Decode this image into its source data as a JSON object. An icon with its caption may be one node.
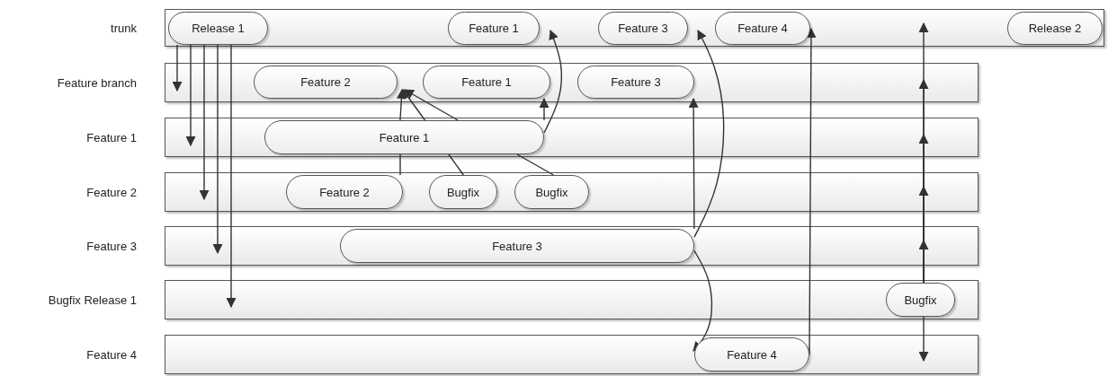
{
  "diagram": {
    "nodes": [
      {
        "text": [
          "trunk"
        ]
      },
      {
        "text": [
          "Release 1"
        ],
        "in": 0
      },
      {
        "text": [
          "Feature 1"
        ],
        "in": 0
      },
      {
        "text": [
          "Feature 3"
        ],
        "in": 0
      },
      {
        "text": [
          "Feature 4"
        ],
        "in": 0
      },
      {
        "text": [
          "Release 2"
        ],
        "in": 0
      },
      {
        "text": [
          "Feature branch"
        ]
      },
      {
        "text": [
          "Feature 2"
        ],
        "in": 6
      },
      {
        "text": [
          "Feature 1"
        ],
        "in": 6
      },
      {
        "text": [
          "Feature 3"
        ],
        "in": 6
      },
      {
        "text": [
          "Feature 1"
        ]
      },
      {
        "text": [
          "Feature 1"
        ],
        "in": 10
      },
      {
        "text": [
          "Feature 2"
        ]
      },
      {
        "text": [
          "Feature 2"
        ],
        "in": 12
      },
      {
        "text": [
          "Bugfix"
        ],
        "in": 12
      },
      {
        "text": [
          "Bugfix"
        ],
        "in": 12
      },
      {
        "text": [
          "Feature 3"
        ]
      },
      {
        "text": [
          "Feature 3"
        ],
        "in": 16
      },
      {
        "text": [
          "Bugfix Release 1"
        ]
      },
      {
        "text": [
          "Bugfix"
        ],
        "in": 18
      },
      {
        "text": [
          "Feature 4"
        ]
      },
      {
        "text": [
          "Feature 4"
        ],
        "in": 20
      }
    ],
    "edges": [
      {
        "from": 1,
        "to": 6,
        "arrow": "to"
      },
      {
        "from": 1,
        "to": 10,
        "arrow": "to"
      },
      {
        "from": 1,
        "to": 12,
        "arrow": "to"
      },
      {
        "from": 1,
        "to": 16,
        "arrow": "to"
      },
      {
        "from": 1,
        "to": 18,
        "arrow": "to"
      },
      {
        "from": 13,
        "to": 11,
        "arrow": "none"
      },
      {
        "from": 11,
        "to": 7,
        "arrow": "to"
      },
      {
        "from": 14,
        "to": 11,
        "arrow": "none"
      },
      {
        "from": 11,
        "to": 7,
        "arrow": "to"
      },
      {
        "from": 15,
        "to": 11,
        "arrow": "none"
      },
      {
        "from": 11,
        "to": 7,
        "arrow": "to"
      },
      {
        "from": 11,
        "to": 8,
        "arrow": "to"
      },
      {
        "from": 11,
        "to": 2,
        "arrow": "to"
      },
      {
        "from": 17,
        "to": 9,
        "arrow": "to"
      },
      {
        "from": 17,
        "to": 3,
        "arrow": "to"
      },
      {
        "from": 17,
        "to": 21,
        "arrow": "to"
      },
      {
        "from": 21,
        "to": 4,
        "arrow": "to"
      },
      {
        "from": 19,
        "to": 16,
        "arrow": "to"
      },
      {
        "from": 19,
        "to": 12,
        "arrow": "to"
      },
      {
        "from": 19,
        "to": 10,
        "arrow": "to"
      },
      {
        "from": 19,
        "to": 6,
        "arrow": "to"
      },
      {
        "from": 19,
        "to": 0,
        "arrow": "to"
      },
      {
        "from": 19,
        "to": 20,
        "arrow": "to"
      }
    ]
  }
}
